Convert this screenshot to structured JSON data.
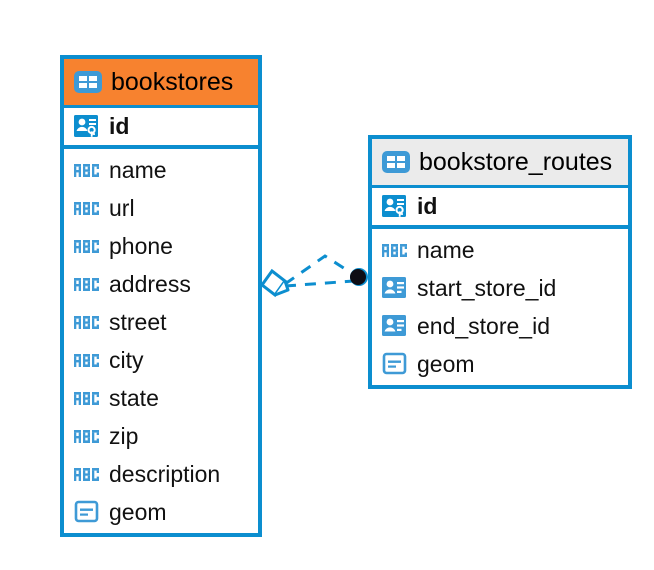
{
  "diagram": {
    "type": "entity-relationship-diagram",
    "background": "#ffffff",
    "accent_color": "#0c8ecf",
    "highlight_color": "#f7822f",
    "neutral_header_color": "#ebebeb"
  },
  "entities": [
    {
      "name": "bookstores",
      "header_icon": "table-icon",
      "header_style": "orange",
      "primary_key": {
        "label": "id",
        "icon": "primary-key-icon"
      },
      "fields": [
        {
          "label": "name",
          "icon": "text-abc-icon"
        },
        {
          "label": "url",
          "icon": "text-abc-icon"
        },
        {
          "label": "phone",
          "icon": "text-abc-icon"
        },
        {
          "label": "address",
          "icon": "text-abc-icon"
        },
        {
          "label": "street",
          "icon": "text-abc-icon"
        },
        {
          "label": "city",
          "icon": "text-abc-icon"
        },
        {
          "label": "state",
          "icon": "text-abc-icon"
        },
        {
          "label": "zip",
          "icon": "text-abc-icon"
        },
        {
          "label": "description",
          "icon": "text-abc-icon"
        },
        {
          "label": "geom",
          "icon": "geometry-icon"
        }
      ]
    },
    {
      "name": "bookstore_routes",
      "header_icon": "table-icon",
      "header_style": "gray",
      "primary_key": {
        "label": "id",
        "icon": "primary-key-icon"
      },
      "fields": [
        {
          "label": "name",
          "icon": "text-abc-icon"
        },
        {
          "label": "start_store_id",
          "icon": "foreign-key-icon"
        },
        {
          "label": "end_store_id",
          "icon": "foreign-key-icon"
        },
        {
          "label": "geom",
          "icon": "geometry-icon"
        }
      ]
    }
  ],
  "relationship": {
    "style": "dashed",
    "color": "#0c8ecf",
    "source_marker": "diamond-marker",
    "target_marker": "filled-circle-marker",
    "branches": 2
  }
}
